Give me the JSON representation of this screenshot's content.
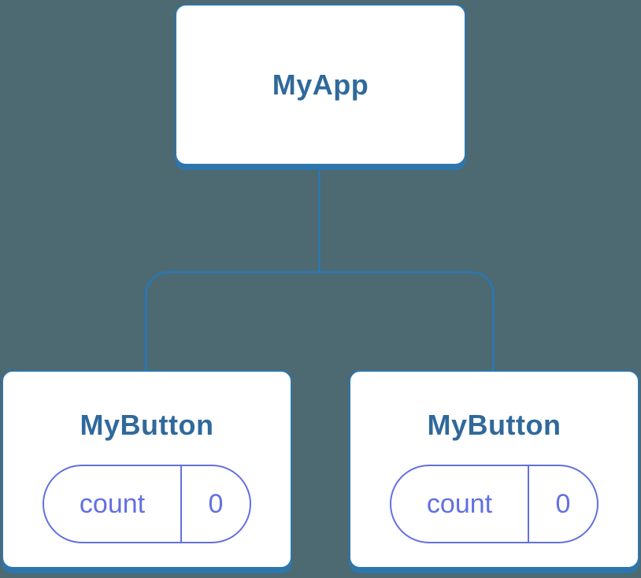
{
  "diagram": {
    "root": {
      "label": "MyApp"
    },
    "children": [
      {
        "label": "MyButton",
        "state": {
          "key": "count",
          "value": "0"
        }
      },
      {
        "label": "MyButton",
        "state": {
          "key": "count",
          "value": "0"
        }
      }
    ]
  },
  "colors": {
    "background": "#4D6972",
    "connector": "#2D76AC",
    "node_fill": "#FFFFFF",
    "node_label": "#30699B",
    "state_accent": "#6370E0"
  }
}
